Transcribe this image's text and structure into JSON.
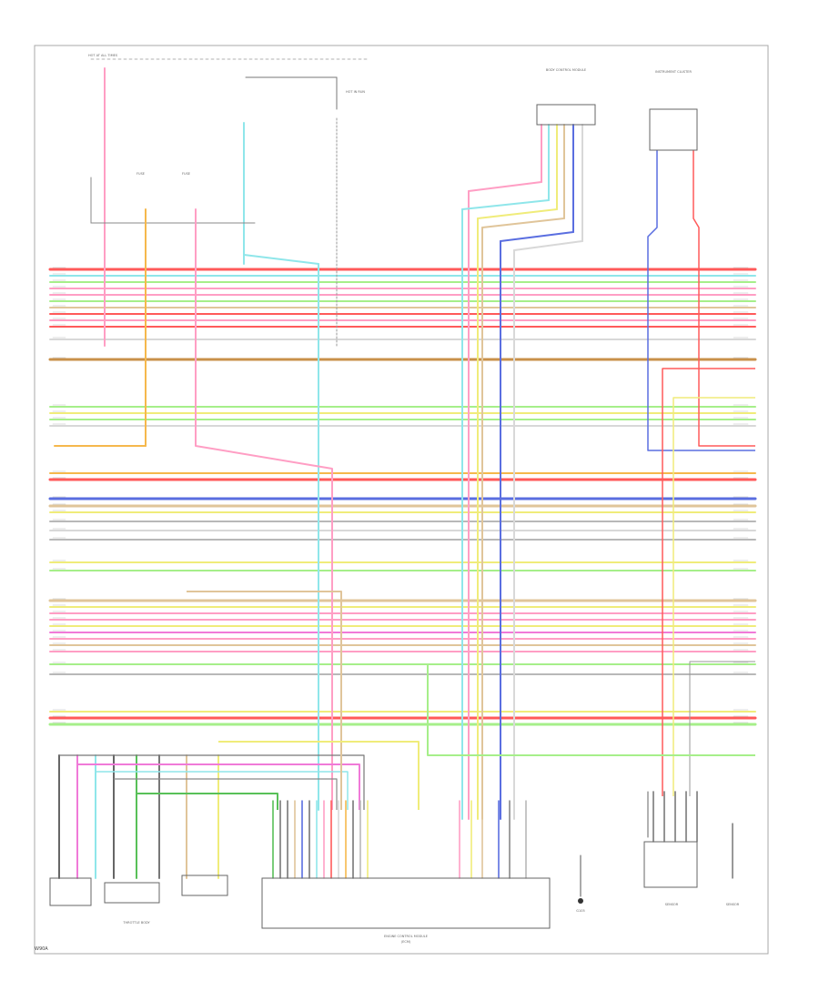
{
  "footer_code": "W90A",
  "colors": {
    "RED": "#ff5a5a",
    "PNK": "#ff9ec4",
    "LT_BLU": "#8fe6ea",
    "LT_GRN": "#a6ef8a",
    "YEL": "#f0ec7a",
    "ORG": "#f5b84c",
    "DK_BLU": "#5a6ee0",
    "TAN": "#e0c59a",
    "GRY": "#b8b8b8",
    "PPL": "#c79ae8",
    "WHT": "#d8d8d8",
    "BRN": "#c8904a",
    "MAG": "#f07ad8",
    "BLK": "#555555",
    "DK_GRN": "#58c058"
  },
  "components": {
    "fuse_block_top_left": "HOT AT ALL TIMES",
    "fuse_label_1": "FUSE",
    "fuse_label_2": "FUSE",
    "fuse_label_3": "HOT IN RUN",
    "connector_top_right_1": "BODY CONTROL MODULE",
    "connector_top_right_2": "INSTRUMENT CLUSTER",
    "throttle_body": "THROTTLE BODY",
    "ecm": "ENGINE CONTROL MODULE",
    "ecm_sub": "(ECM)",
    "ground_1": "G105",
    "sensor_right": "SENSOR",
    "sensor_right_2": "SENSOR"
  }
}
